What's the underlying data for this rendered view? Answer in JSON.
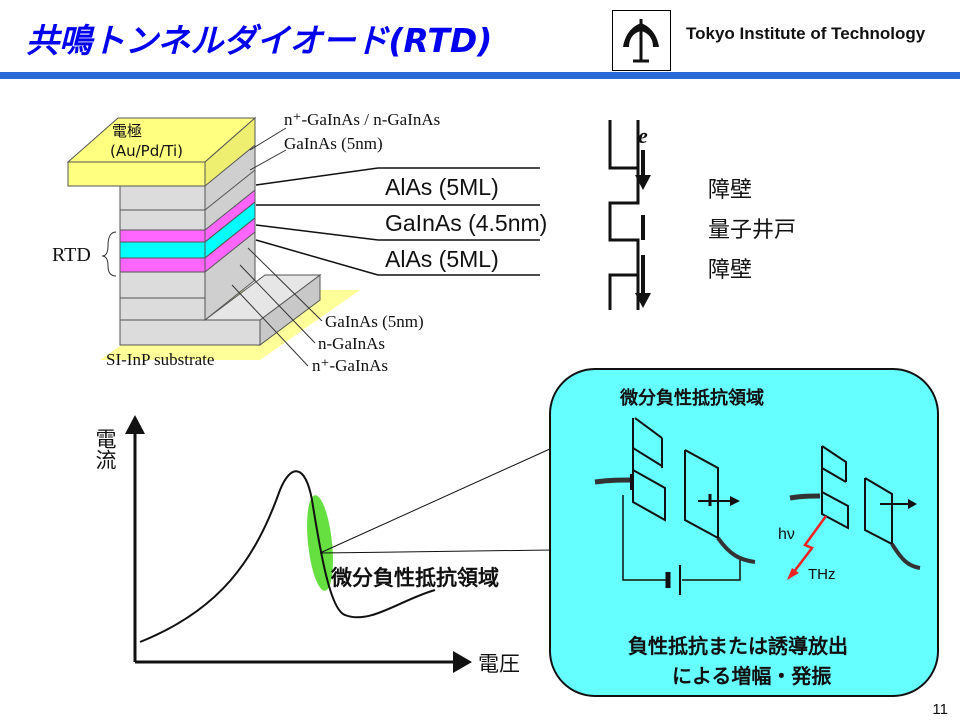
{
  "header": {
    "title": "共鳴トンネルダイオード(RTD)",
    "institution": "Tokyo Institute of Technology",
    "page_number": "11",
    "accent_color": "#2a6ad6",
    "title_color": "#0000ee"
  },
  "device": {
    "electrode_line1": "電極",
    "electrode_line2": "(Au/Pd/Ti)",
    "rtd_label": "RTD",
    "substrate_label": "SI-InP substrate",
    "top_label1": "n⁺-GaInAs / n-GaInAs",
    "top_label2": "GaInAs (5nm)",
    "bottom_label1": "GaInAs (5nm)",
    "bottom_label2": "n-GaInAs",
    "bottom_label3": "n⁺-GaInAs",
    "colors": {
      "electrode": "#ffff80",
      "barrier": "#ff66ff",
      "well": "#00ffff",
      "layer": "#d9d9d9"
    }
  },
  "layers": [
    {
      "name": "AlAs (5ML)",
      "role": "障壁"
    },
    {
      "name": "GaInAs (4.5nm)",
      "role": "量子井戸"
    },
    {
      "name": "AlAs (5ML)",
      "role": "障壁"
    }
  ],
  "band": {
    "electron_label": "e"
  },
  "iv_curve": {
    "ylabel": "電流",
    "xlabel": "電圧",
    "ndr_label": "微分負性抵抗領域",
    "highlight_color": "#66e040"
  },
  "callout": {
    "title": "微分負性抵抗領域",
    "hv_label": "hν",
    "thz_label": "THz",
    "caption_line1": "負性抵抗または誘導放出",
    "caption_line2": "による増幅・発振",
    "background": "#66ffff"
  }
}
